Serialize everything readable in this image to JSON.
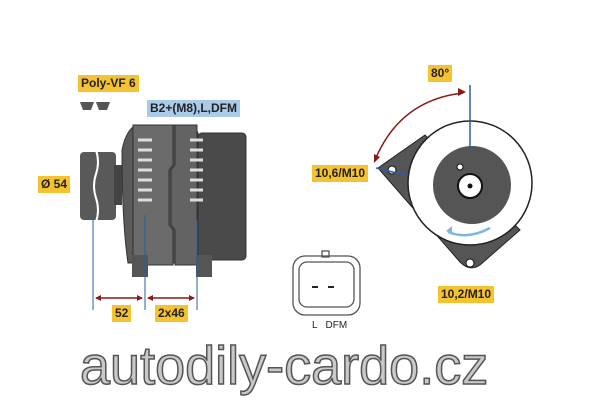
{
  "labels": {
    "belt": "Poly-VF 6",
    "terminals": "B2+(M8),L,DFM",
    "pulley_diameter": "Ø 54",
    "dim_left": "52",
    "dim_right": "2x46",
    "angle": "80°",
    "mount_upper": "10,6/M10",
    "mount_lower": "10,2/M10",
    "connector_pins": "L   DFM"
  },
  "watermark": "autodily-cardo.cz",
  "colors": {
    "label": "#f5c230",
    "terminal_label": "#a9cbe8",
    "dim_arrow": "#8b1a1a",
    "dim_line": "#2a5ea8",
    "body": "#555555"
  }
}
